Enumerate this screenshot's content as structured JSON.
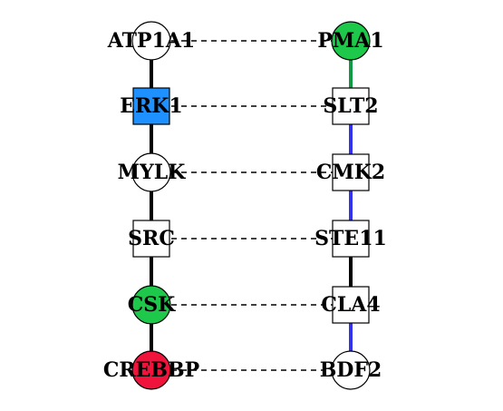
{
  "left_chain": {
    "nodes": [
      {
        "label": "ATP1A1",
        "shape": "circle",
        "color": "#ffffff"
      },
      {
        "label": "ERK1",
        "shape": "square",
        "color": "#1e90ff"
      },
      {
        "label": "MYLK",
        "shape": "circle",
        "color": "#ffffff"
      },
      {
        "label": "SRC",
        "shape": "square",
        "color": "#ffffff"
      },
      {
        "label": "CSK",
        "shape": "circle",
        "color": "#1ec84a"
      },
      {
        "label": "CREBBP",
        "shape": "circle",
        "color": "#f0143c"
      }
    ],
    "edge_colors": [
      "#000000",
      "#000000",
      "#000000",
      "#000000",
      "#000000"
    ]
  },
  "right_chain": {
    "nodes": [
      {
        "label": "PMA1",
        "shape": "circle",
        "color": "#1ec84a"
      },
      {
        "label": "SLT2",
        "shape": "square",
        "color": "#ffffff"
      },
      {
        "label": "CMK2",
        "shape": "square",
        "color": "#ffffff"
      },
      {
        "label": "STE11",
        "shape": "square",
        "color": "#ffffff"
      },
      {
        "label": "CLA4",
        "shape": "square",
        "color": "#ffffff"
      },
      {
        "label": "BDF2",
        "shape": "circle",
        "color": "#ffffff"
      }
    ],
    "edge_colors": [
      "#119944",
      "#3333ee",
      "#3333ee",
      "#000000",
      "#3333ee"
    ]
  },
  "alignment_line_color": "#000000"
}
